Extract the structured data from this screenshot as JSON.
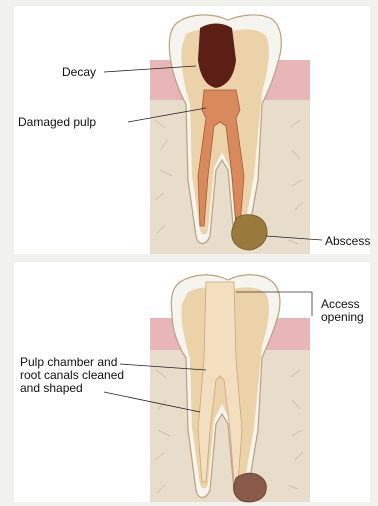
{
  "labels": {
    "decay": "Decay",
    "damaged_pulp": "Damaged pulp",
    "abscess": "Abscess",
    "access_opening": "Access\nopening",
    "pulp_chamber_cleaned": "Pulp chamber and\nroot canals cleaned\nand shaped"
  },
  "colors": {
    "gum": "#e8b6b6",
    "bone": "#e8dccb",
    "enamel": "#f6f4ef",
    "dentin": "#ecd2a8",
    "pulp": "#d98a5c",
    "decay": "#5b1f16",
    "abscess": "#9a7a3c",
    "cleaned_canal": "#f3dfc0"
  }
}
